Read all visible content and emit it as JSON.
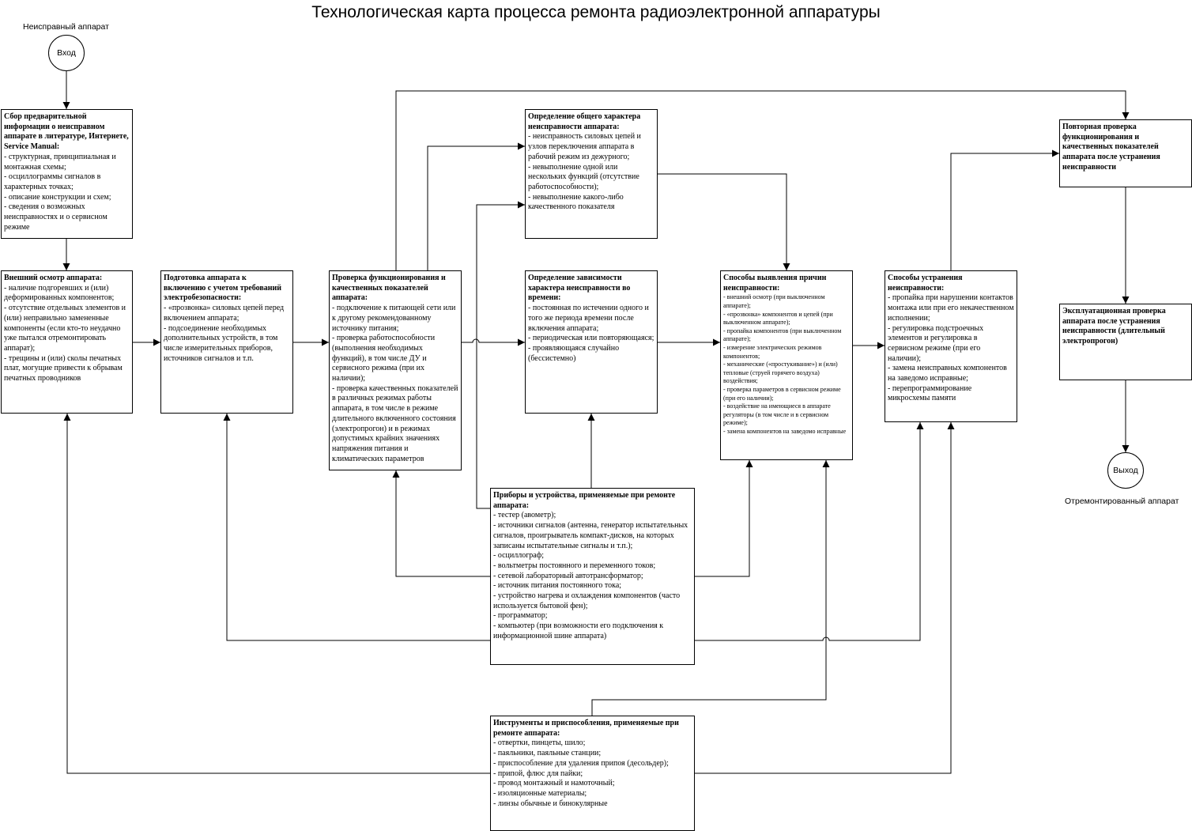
{
  "title": "Технологическая карта процесса ремонта радиоэлектронной аппаратуры",
  "start": {
    "caption": "Неисправный аппарат",
    "label": "Вход"
  },
  "end": {
    "caption": "Отремонтированный аппарат",
    "label": "Выход"
  },
  "boxes": {
    "collect": {
      "title": "Сбор предварительной информации о неисправном аппарате в литературе, Интернете, Service Manual:",
      "items": [
        "- структурная, принципиальная и монтажная схемы;",
        "- осциллограммы сигналов в характерных точках;",
        "- описание конструкции и схем;",
        "- сведения о возможных неисправностях и о сервисном режиме"
      ]
    },
    "inspect": {
      "title": "Внешний осмотр аппарата:",
      "items": [
        "- наличие подгоревших и (или) деформированных компонентов;",
        "- отсутствие отдельных элементов и (или) неправильно замененные компоненты (если кто-то неудачно уже пытался отремонтировать аппарат);",
        "- трещины и (или) сколы печатных плат, могущие привести к обрывам печатных проводников"
      ]
    },
    "prepare": {
      "title": "Подготовка аппарата к включению с учетом требований электробезопасности:",
      "items": [
        "- «прозвонка» силовых цепей перед включением аппарата;",
        "- подсоединение необходимых дополнительных устройств, в том числе измерительных приборов, источников сигналов и т.п."
      ]
    },
    "check": {
      "title": "Проверка функционирования и качественных показателей аппарата:",
      "items": [
        "- подключение к питающей сети или к другому рекомендованному источнику питания;",
        "- проверка работоспособности (выполнения необходимых функций), в том числе ДУ и сервисного режима (при их наличии);",
        "- проверка качественных показателей в различных режимах работы аппарата, в том числе в режиме длительного включенного состояния (электропрогон) и в режимах допустимых крайних значениях напряжения питания и климатических параметров"
      ]
    },
    "general": {
      "title": "Определение общего характера неисправности аппарата:",
      "items": [
        "- неисправность силовых цепей и узлов переключения аппарата в рабочий режим из дежурного;",
        "- невыполнение одной или нескольких функций (отсутствие работоспособности);",
        "- невыполнение какого-либо качественного показателя"
      ]
    },
    "time": {
      "title": "Определение зависимости характера неисправности во времени:",
      "items": [
        "- постоянная по истечении одного и того же периода времени после включения аппарата;",
        "- периодическая или повторяющаяся;",
        "- проявляющаяся случайно (бессистемно)"
      ]
    },
    "detect": {
      "title": "Способы выявления причин неисправности:",
      "items": [
        "- внешний осмотр (при выключенном аппарате);",
        "- «прозвонка» компонентов и цепей (при выключенном аппарате);",
        "- пропайка компонентов (при выключенном аппарате);",
        "- измерение электрических режимов компонентов;",
        "- механические («простукивание») и (или) тепловые (струей горячего воздуха) воздействия;",
        "- проверка параметров в сервисном режиме (при его наличии);",
        "- воздействие на имеющиеся в аппарате регуляторы (в том числе и в сервисном режиме);",
        "- замена компонентов на заведомо исправные"
      ]
    },
    "fix": {
      "title": "Способы устранения неисправности:",
      "items": [
        "- пропайка при нарушении контактов монтажа или при его некачественном исполнении;",
        "- регулировка подстроечных элементов и регулировка в сервисном режиме (при его наличии);",
        "- замена неисправных компонентов на заведомо исправные;",
        "- перепрограммирование микросхемы памяти"
      ]
    },
    "recheck": {
      "title": "Повторная проверка функционирования и качественных показателей аппарата после устранения неисправности",
      "items": []
    },
    "operational": {
      "title": "Эксплуатационная проверка аппарата после устранения неисправности (длительный электропрогон)",
      "items": []
    },
    "devices": {
      "title": "Приборы и устройства, применяемые при ремонте аппарата:",
      "items": [
        "- тестер (авометр);",
        "- источники сигналов (антенна, генератор испытательных сигналов, проигрыватель компакт-дисков, на которых записаны испытательные сигналы и т.п.);",
        "- осциллограф;",
        "- вольтметры постоянного и переменного токов;",
        "- сетевой лабораторный автотрансформатор;",
        "- источник питания постоянного тока;",
        "- устройство нагрева и охлаждения компонентов (часто используется бытовой фен);",
        "- программатор;",
        "- компьютер (при возможности его подключения к информационной шине аппарата)"
      ]
    },
    "tools": {
      "title": "Инструменты и приспособления, применяемые при ремонте аппарата:",
      "items": [
        "- отвертки, пинцеты, шило;",
        "- паяльники, паяльные станции;",
        "- приспособление для удаления припоя (десольдер);",
        "- припой, флюс для пайки;",
        "- провод монтажный и намоточный;",
        "- изоляционные материалы;",
        "- линзы обычные и бинокулярные"
      ]
    }
  }
}
